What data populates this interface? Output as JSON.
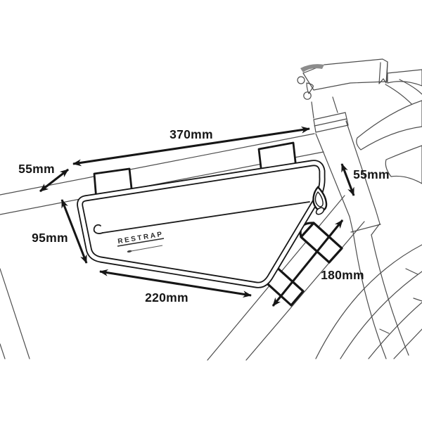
{
  "diagram": {
    "type": "product-dimension-diagram",
    "subject": "bicycle frame bag mounted in front triangle",
    "brand_label": "RESTRAP",
    "dimensions": {
      "top_length": {
        "label": "370mm",
        "meaning": "length along top tube"
      },
      "top_left_gap": {
        "label": "55mm",
        "meaning": "depth at left of top tube"
      },
      "right_depth": {
        "label": "55mm",
        "meaning": "bag depth at head tube end"
      },
      "left_height": {
        "label": "95mm",
        "meaning": "bag height at left edge"
      },
      "bottom_length": {
        "label": "220mm",
        "meaning": "length along bottom edge"
      },
      "down_tube_run": {
        "label": "180mm",
        "meaning": "strap span along down tube"
      }
    },
    "colors": {
      "background": "#ffffff",
      "bag_line": "#161616",
      "bike_line": "#4d4d4d",
      "dimension_line": "#161616",
      "text": "#161616"
    }
  }
}
